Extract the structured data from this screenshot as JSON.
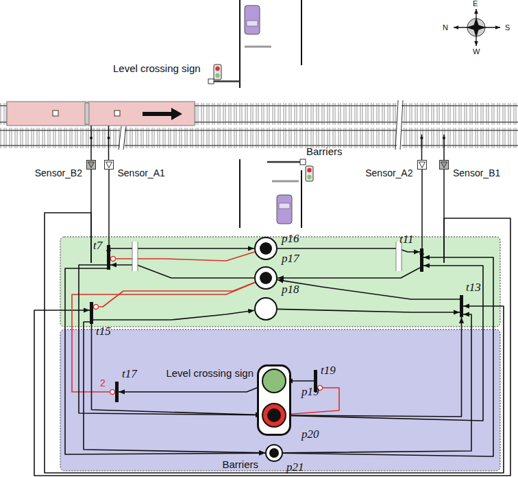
{
  "diagram": {
    "nodes": [
      {
        "text": [
          "Sensor_B2"
        ]
      },
      {
        "text": [
          "Sensor_A1"
        ]
      },
      {
        "text": [
          "Sensor_A2"
        ]
      },
      {
        "text": [
          "Sensor_B1"
        ]
      },
      {
        "text": [
          "t7"
        ]
      },
      {
        "text": [
          "p16"
        ]
      },
      {
        "text": [
          "t11"
        ]
      },
      {
        "text": [
          "p17"
        ]
      },
      {
        "text": [
          "t15"
        ]
      },
      {
        "text": [
          "p18"
        ]
      },
      {
        "text": [
          "t13"
        ]
      },
      {
        "text": [
          "t17"
        ]
      },
      {
        "text": [
          "Level crossing sign"
        ]
      },
      {
        "text": [
          "p19"
        ],
        "in": 12
      },
      {
        "text": [
          "p20"
        ],
        "in": 12
      },
      {
        "text": [
          "t19"
        ]
      },
      {
        "text": [
          "p21",
          "Barriers"
        ]
      }
    ],
    "edges": [
      {
        "from": 1,
        "to": 4,
        "arrow": "to"
      },
      {
        "from": 2,
        "to": 6,
        "arrow": "to"
      },
      {
        "from": 0,
        "to": 10,
        "arrow": "to"
      },
      {
        "from": 3,
        "to": 8,
        "arrow": "to"
      },
      {
        "from": 4,
        "to": 5,
        "arrow": "to"
      },
      {
        "from": 5,
        "to": 6,
        "arrow": "to"
      },
      {
        "from": 6,
        "to": 7,
        "arrow": "to"
      },
      {
        "from": 7,
        "to": 4,
        "arrow": "to"
      },
      {
        "from": 5,
        "to": 4,
        "arrow": "none"
      },
      {
        "from": 7,
        "to": 8,
        "arrow": "none"
      },
      {
        "from": 8,
        "to": 9,
        "arrow": "to"
      },
      {
        "from": 9,
        "to": 10,
        "arrow": "to"
      },
      {
        "from": 10,
        "to": 7,
        "arrow": "to"
      },
      {
        "from": 7,
        "to": 11,
        "arrow": "none",
        "label": "2"
      },
      {
        "from": 13,
        "to": 11,
        "arrow": "to"
      },
      {
        "from": 15,
        "to": 13,
        "arrow": "to"
      },
      {
        "from": 14,
        "to": 15,
        "arrow": "none"
      },
      {
        "from": 4,
        "to": 14,
        "arrow": "to"
      },
      {
        "from": 4,
        "to": 16,
        "arrow": "to"
      },
      {
        "from": 8,
        "to": 14,
        "arrow": "to"
      },
      {
        "from": 8,
        "to": 16,
        "arrow": "to"
      },
      {
        "from": 14,
        "to": 6,
        "arrow": "to"
      },
      {
        "from": 16,
        "to": 6,
        "arrow": "to"
      },
      {
        "from": 14,
        "to": 10,
        "arrow": "to"
      },
      {
        "from": 16,
        "to": 10,
        "arrow": "to"
      }
    ],
    "labels": [
      "E",
      "N",
      "S",
      "W",
      "Level crossing sign",
      "Barriers"
    ]
  }
}
